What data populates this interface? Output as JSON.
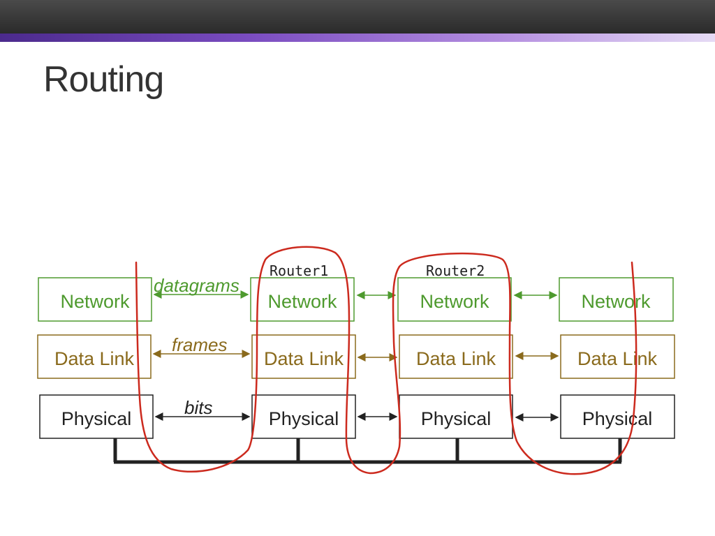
{
  "slide": {
    "title": "Routing"
  },
  "routers": [
    "Router1",
    "Router2"
  ],
  "layers": {
    "network": "Network",
    "datalink": "Data Link",
    "physical": "Physical"
  },
  "annotations": {
    "network": "datagrams",
    "datalink": "frames",
    "physical": "bits"
  },
  "colors": {
    "network": "#4e9a2e",
    "datalink": "#8a6a1c",
    "physical": "#222222",
    "bus": "#222222",
    "hand_drawn": "#cc2a1e"
  }
}
